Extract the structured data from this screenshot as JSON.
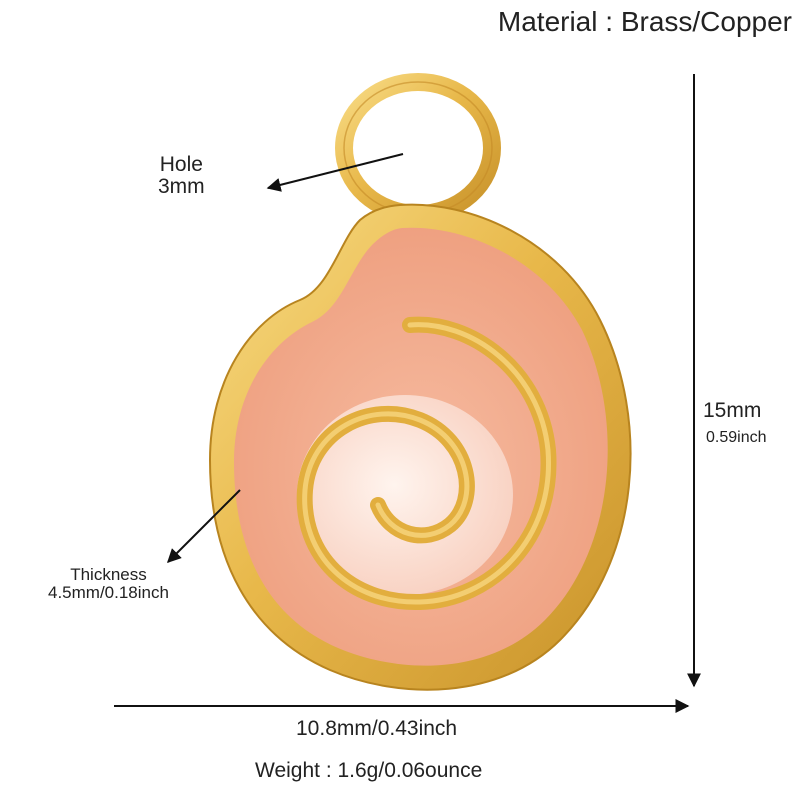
{
  "material": "Material : Brass/Copper",
  "hole": {
    "label": "Hole",
    "size": "3mm"
  },
  "height": {
    "mm": "15mm",
    "inch": "0.59inch"
  },
  "thickness": {
    "label": "Thickness",
    "value": "4.5mm/0.18inch"
  },
  "width": "10.8mm/0.43inch",
  "weight": "Weight : 1.6g/0.06ounce",
  "colors": {
    "gold": "#e8b84a",
    "gold_dark": "#c8922a",
    "enamel_peach": "#f0a888",
    "enamel_light": "#fbe2d6",
    "arrow": "#111111"
  },
  "icons": [
    "pendant-charm-image",
    "arrow-icon"
  ]
}
